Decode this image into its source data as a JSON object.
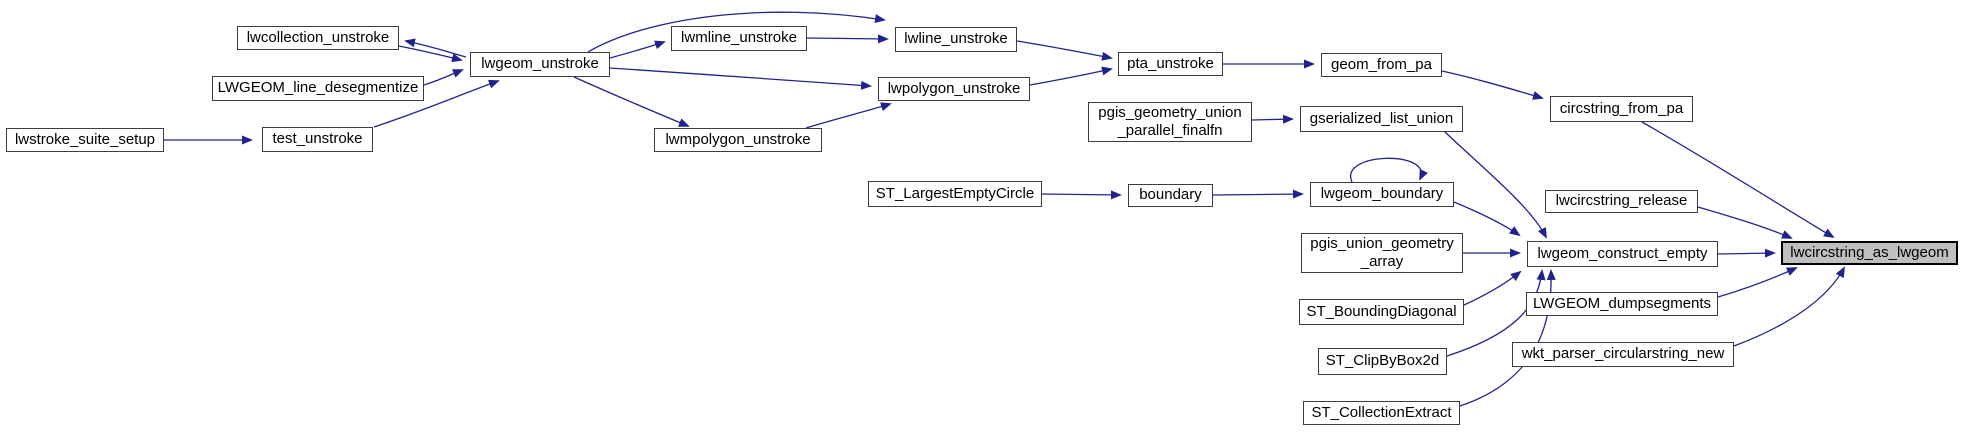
{
  "diagram": {
    "type": "call-graph",
    "highlighted_node": "lwcircstring_as_lwgeom"
  },
  "colors": {
    "background": "#ffffff",
    "edge-color": "#22228e",
    "node-border": "#3d3d3d",
    "node-fill": "#ffffff",
    "highlight-fill": "#bfbfbf",
    "highlight-border": "#000000",
    "text-color": "#000000"
  },
  "nodes": {
    "lwstroke_suite_setup": {
      "label": "lwstroke_suite_setup"
    },
    "lwcollection_unstroke": {
      "label": "lwcollection_unstroke"
    },
    "LWGEOM_line_desegmentize": {
      "label": "LWGEOM_line_desegmentize"
    },
    "test_unstroke": {
      "label": "test_unstroke"
    },
    "lwgeom_unstroke": {
      "label": "lwgeom_unstroke"
    },
    "lwmline_unstroke": {
      "label": "lwmline_unstroke"
    },
    "lwline_unstroke": {
      "label": "lwline_unstroke"
    },
    "lwpolygon_unstroke": {
      "label": "lwpolygon_unstroke"
    },
    "lwmpolygon_unstroke": {
      "label": "lwmpolygon_unstroke"
    },
    "pta_unstroke": {
      "label": "pta_unstroke"
    },
    "geom_from_pa": {
      "label": "geom_from_pa"
    },
    "circstring_from_pa": {
      "label": "circstring_from_pa"
    },
    "pgis_geometry_union_parallel_finalfn": {
      "label": "pgis_geometry_union\n_parallel_finalfn"
    },
    "gserialized_list_union": {
      "label": "gserialized_list_union"
    },
    "ST_LargestEmptyCircle": {
      "label": "ST_LargestEmptyCircle"
    },
    "boundary": {
      "label": "boundary"
    },
    "lwgeom_boundary": {
      "label": "lwgeom_boundary"
    },
    "pgis_union_geometry_array": {
      "label": "pgis_union_geometry\n_array"
    },
    "ST_BoundingDiagonal": {
      "label": "ST_BoundingDiagonal"
    },
    "ST_ClipByBox2d": {
      "label": "ST_ClipByBox2d"
    },
    "ST_CollectionExtract": {
      "label": "ST_CollectionExtract"
    },
    "lwcircstring_release": {
      "label": "lwcircstring_release"
    },
    "lwgeom_construct_empty": {
      "label": "lwgeom_construct_empty"
    },
    "lwcircstring_as_lwgeom": {
      "label": "lwcircstring_as_lwgeom"
    },
    "LWGEOM_dumpsegments": {
      "label": "LWGEOM_dumpsegments"
    },
    "wkt_parser_circularstring_new": {
      "label": "wkt_parser_circularstring_new"
    }
  },
  "edges": [
    {
      "from": "lwstroke_suite_setup",
      "to": "test_unstroke"
    },
    {
      "from": "test_unstroke",
      "to": "lwgeom_unstroke"
    },
    {
      "from": "lwcollection_unstroke",
      "to": "lwgeom_unstroke"
    },
    {
      "from": "lwgeom_unstroke",
      "to": "lwcollection_unstroke"
    },
    {
      "from": "LWGEOM_line_desegmentize",
      "to": "lwgeom_unstroke"
    },
    {
      "from": "lwgeom_unstroke",
      "to": "lwmline_unstroke"
    },
    {
      "from": "lwgeom_unstroke",
      "to": "lwline_unstroke"
    },
    {
      "from": "lwgeom_unstroke",
      "to": "lwpolygon_unstroke"
    },
    {
      "from": "lwgeom_unstroke",
      "to": "lwmpolygon_unstroke"
    },
    {
      "from": "lwmline_unstroke",
      "to": "lwline_unstroke"
    },
    {
      "from": "lwmpolygon_unstroke",
      "to": "lwpolygon_unstroke"
    },
    {
      "from": "lwline_unstroke",
      "to": "pta_unstroke"
    },
    {
      "from": "lwpolygon_unstroke",
      "to": "pta_unstroke"
    },
    {
      "from": "pta_unstroke",
      "to": "geom_from_pa"
    },
    {
      "from": "geom_from_pa",
      "to": "circstring_from_pa"
    },
    {
      "from": "circstring_from_pa",
      "to": "lwcircstring_as_lwgeom"
    },
    {
      "from": "pgis_geometry_union_parallel_finalfn",
      "to": "gserialized_list_union"
    },
    {
      "from": "gserialized_list_union",
      "to": "lwgeom_construct_empty"
    },
    {
      "from": "ST_LargestEmptyCircle",
      "to": "boundary"
    },
    {
      "from": "boundary",
      "to": "lwgeom_boundary"
    },
    {
      "from": "lwgeom_boundary",
      "to": "lwgeom_boundary"
    },
    {
      "from": "lwgeom_boundary",
      "to": "lwgeom_construct_empty"
    },
    {
      "from": "pgis_union_geometry_array",
      "to": "lwgeom_construct_empty"
    },
    {
      "from": "ST_BoundingDiagonal",
      "to": "lwgeom_construct_empty"
    },
    {
      "from": "ST_ClipByBox2d",
      "to": "lwgeom_construct_empty"
    },
    {
      "from": "ST_CollectionExtract",
      "to": "lwgeom_construct_empty"
    },
    {
      "from": "lwgeom_construct_empty",
      "to": "lwcircstring_as_lwgeom"
    },
    {
      "from": "lwcircstring_release",
      "to": "lwcircstring_as_lwgeom"
    },
    {
      "from": "LWGEOM_dumpsegments",
      "to": "lwcircstring_as_lwgeom"
    },
    {
      "from": "wkt_parser_circularstring_new",
      "to": "lwcircstring_as_lwgeom"
    }
  ]
}
